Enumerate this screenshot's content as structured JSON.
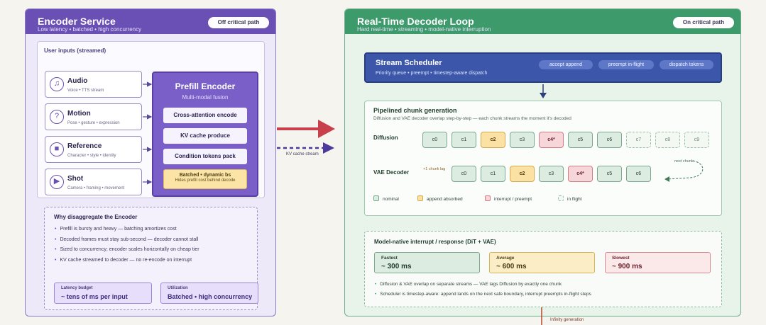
{
  "encoder": {
    "title": "Encoder Service",
    "subtitle": "Low latency  •  batched  •  high concurrency",
    "badge": "Off critical path",
    "inputs_label": "User inputs (streamed)",
    "inputs": [
      {
        "name": "Audio",
        "desc": "Voice  •  TTS stream",
        "icon": "audio-icon"
      },
      {
        "name": "Motion",
        "desc": "Pose  •  gesture  •  expression",
        "icon": "motion-icon"
      },
      {
        "name": "Reference",
        "desc": "Character  •  style  •  identity",
        "icon": "reference-icon"
      },
      {
        "name": "Shot",
        "desc": "Camera  •  framing  •  movement",
        "icon": "shot-icon"
      }
    ],
    "prefill": {
      "title": "Prefill Encoder",
      "subtitle": "Multi-modal fusion",
      "steps": [
        "Cross-attention encode",
        "KV cache produce",
        "Condition tokens pack"
      ],
      "batched_title": "Batched  •  dynamic bs",
      "batched_sub": "Hides prefill cost behind decode"
    },
    "why": {
      "title": "Why disaggregate the Encoder",
      "bullets": [
        "Prefill is bursty and heavy — batching amortizes cost",
        "Decoded frames must stay sub-second — decoder cannot stall",
        "Sized to concurrency; encoder scales horizontally on cheap tier",
        "KV cache streamed to decoder — no re-encode on interrupt"
      ],
      "latency_label": "Latency budget",
      "latency_value": "~ tens of ms per input",
      "utilization_label": "Utilization",
      "utilization_value": "Batched  •  high concurrency"
    }
  },
  "connector": {
    "kv_label": "KV cache stream"
  },
  "decoder": {
    "title": "Real-Time Decoder Loop",
    "subtitle": "Hard real-time  •  streaming  •  model-native interruption",
    "badge": "On critical path",
    "scheduler": {
      "title": "Stream Scheduler",
      "subtitle": "Priority queue  •  preempt  •  timestep-aware dispatch",
      "chips": [
        "accept append",
        "preempt in-flight",
        "dispatch tokens"
      ]
    },
    "pipeline": {
      "title": "Pipelined chunk generation",
      "subtitle": "Diffusion and VAE decoder overlap step-by-step — each chunk streams the moment it's decoded",
      "diffusion_label": "Diffusion",
      "vae_label": "VAE Decoder",
      "lag_note": "+1 chunk lag",
      "next_chunk": "next chunk",
      "diffusion_cells": [
        {
          "label": "c0",
          "state": "nominal"
        },
        {
          "label": "c1",
          "state": "nominal"
        },
        {
          "label": "c2",
          "state": "append"
        },
        {
          "label": "c3",
          "state": "nominal"
        },
        {
          "label": "c4*",
          "state": "interrupt"
        },
        {
          "label": "c5",
          "state": "nominal"
        },
        {
          "label": "c6",
          "state": "nominal"
        },
        {
          "label": "c7",
          "state": "inflight"
        },
        {
          "label": "c8",
          "state": "inflight"
        },
        {
          "label": "c9",
          "state": "inflight"
        }
      ],
      "vae_cells": [
        {
          "label": "c0",
          "state": "nominal"
        },
        {
          "label": "c1",
          "state": "nominal"
        },
        {
          "label": "c2",
          "state": "append"
        },
        {
          "label": "c3",
          "state": "nominal"
        },
        {
          "label": "c4*",
          "state": "interrupt"
        },
        {
          "label": "c5",
          "state": "nominal"
        },
        {
          "label": "c6",
          "state": "nominal"
        }
      ],
      "legend": [
        {
          "label": "nominal",
          "color": "#dcece1",
          "border": "#7da890"
        },
        {
          "label": "append absorbed",
          "color": "#fbe1a3",
          "border": "#d6a951"
        },
        {
          "label": "interrupt / preempt",
          "color": "#f7d6da",
          "border": "#d27c86"
        },
        {
          "label": "in flight",
          "color": "#f3f8f3",
          "border": "#9ac0a6"
        }
      ]
    },
    "interrupt": {
      "title": "Model-native interrupt / response (DiT + VAE)",
      "tiers": [
        {
          "name": "Fastest",
          "value": "~ 300 ms",
          "bg": "#dcece1",
          "border": "#7da890",
          "color": "#1f3a2a"
        },
        {
          "name": "Average",
          "value": "~ 600 ms",
          "bg": "#fbeec7",
          "border": "#d6b25a",
          "color": "#4a3a12"
        },
        {
          "name": "Slowest",
          "value": "~ 900 ms",
          "bg": "#fbe9ea",
          "border": "#d98a92",
          "color": "#6b1f2a"
        }
      ],
      "bullets": [
        "Diffusion & VAE overlap on separate streams — VAE lags Diffusion by exactly one chunk",
        "Scheduler is timestep-aware: append lands on the next safe boundary, interrupt preempts in-flight steps"
      ]
    },
    "infinity_label": "Infinity generation"
  },
  "colors": {
    "encoder_accent": "#6a4fb5",
    "decoder_accent": "#3c9a6b",
    "scheduler_blue": "#3c57aa",
    "critical_arrow": "#c8404c",
    "kv_arrow": "#4b3a9c"
  }
}
